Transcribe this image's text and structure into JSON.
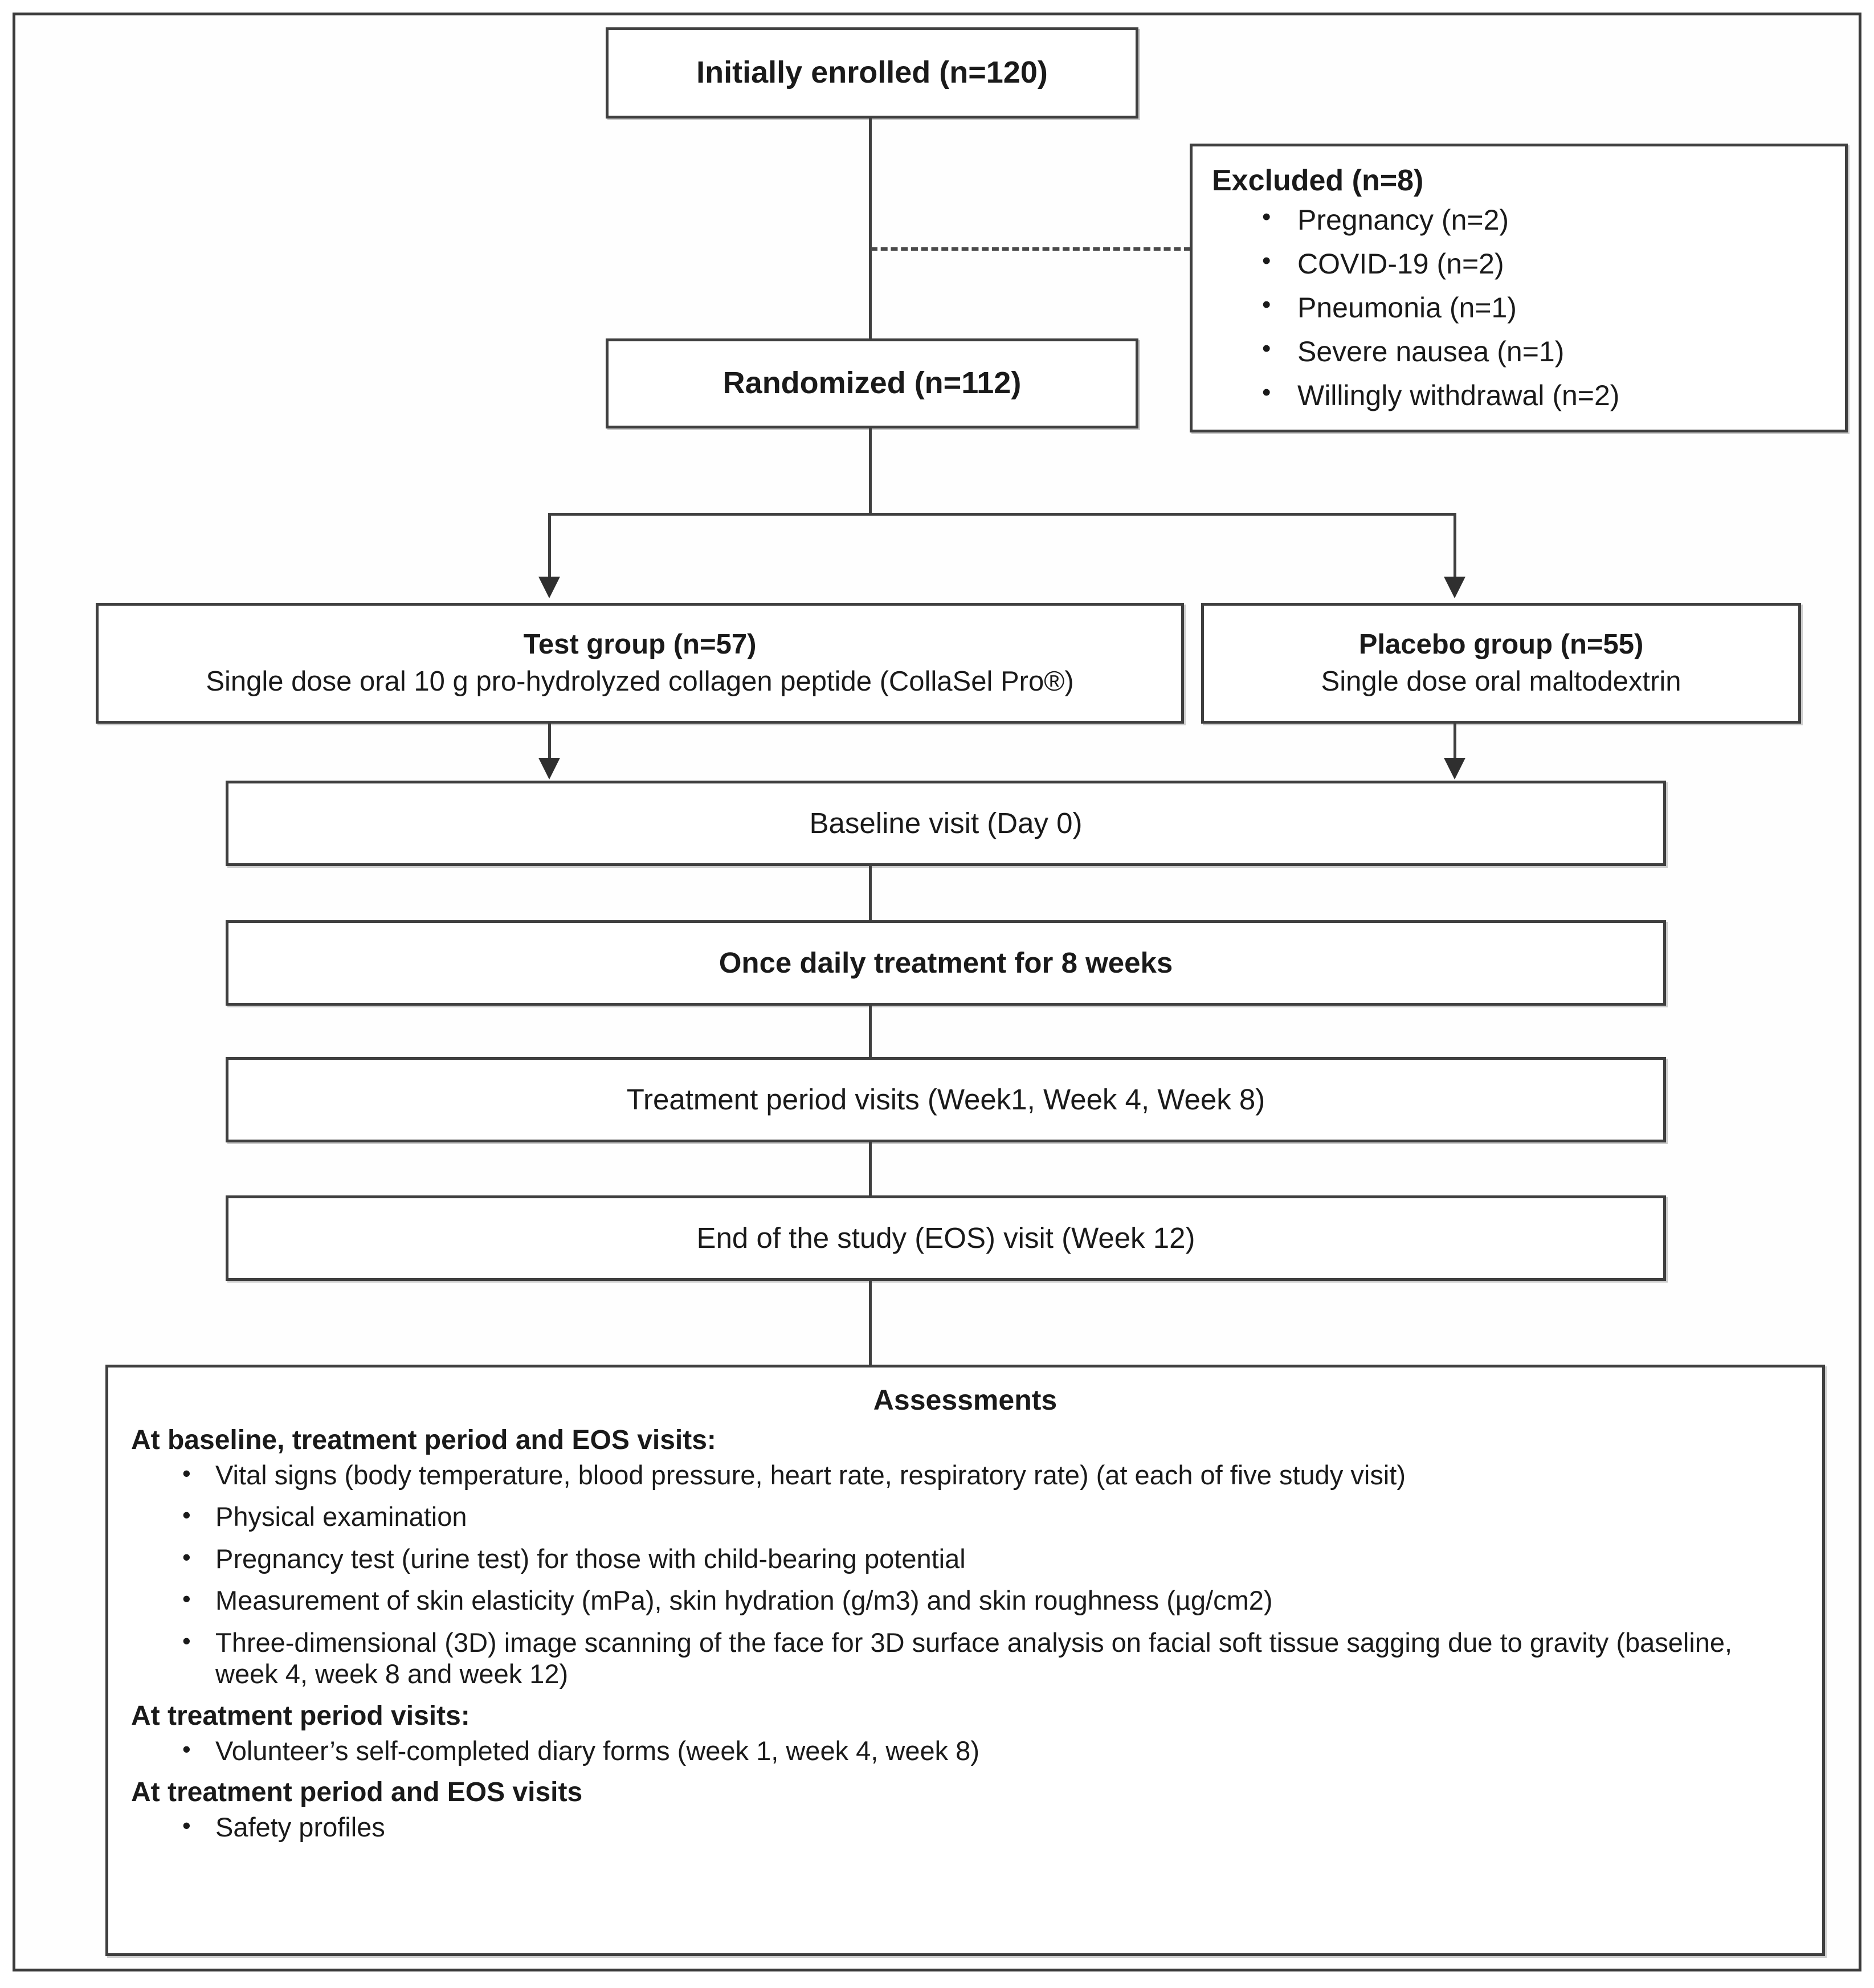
{
  "diagram": {
    "title": "CONSORT-style study flow diagram",
    "nodes": {
      "enrolled": {
        "label": "Initially enrolled (n=120)"
      },
      "excluded": {
        "title": "Excluded (n=8)",
        "items": [
          "Pregnancy (n=2)",
          "COVID-19 (n=2)",
          "Pneumonia (n=1)",
          "Severe nausea (n=1)",
          "Willingly withdrawal (n=2)"
        ]
      },
      "randomized": {
        "label": "Randomized (n=112)"
      },
      "test_group": {
        "title": "Test group (n=57)",
        "detail": "Single dose oral 10 g pro-hydrolyzed collagen peptide (CollaSel Pro®)"
      },
      "placebo_group": {
        "title": "Placebo group (n=55)",
        "detail": "Single dose oral maltodextrin"
      },
      "baseline_visit": {
        "label": "Baseline visit (Day 0)"
      },
      "daily_treatment": {
        "label": "Once daily treatment for 8 weeks"
      },
      "treatment_visits": {
        "label": "Treatment period visits (Week1, Week 4, Week 8)"
      },
      "eos_visit": {
        "label": "End of the study (EOS) visit (Week 12)"
      },
      "assessments": {
        "title": "Assessments",
        "section_1_heading": "At baseline, treatment period and EOS visits:",
        "section_1_items": [
          "Vital signs (body temperature, blood pressure, heart rate, respiratory rate) (at each of five study visit)",
          "Physical examination",
          "Pregnancy test (urine test) for those with child-bearing potential",
          "Measurement of skin elasticity (mPa), skin hydration (g/m3) and skin roughness (µg/cm2)",
          "Three-dimensional (3D) image scanning of the face for 3D surface analysis on facial soft tissue sagging due to gravity (baseline, week 4, week 8 and week 12)"
        ],
        "section_2_heading": "At treatment period visits:",
        "section_2_items": [
          "Volunteer’s self-completed diary forms (week 1, week 4, week 8)"
        ],
        "section_3_heading": "At treatment period and EOS visits",
        "section_3_items": [
          "Safety profiles"
        ]
      }
    },
    "colors": {
      "box_border": "#3f3f3f",
      "connector": "#3f3f3f",
      "background": "#ffffff",
      "text": "#1a1a1a"
    }
  }
}
